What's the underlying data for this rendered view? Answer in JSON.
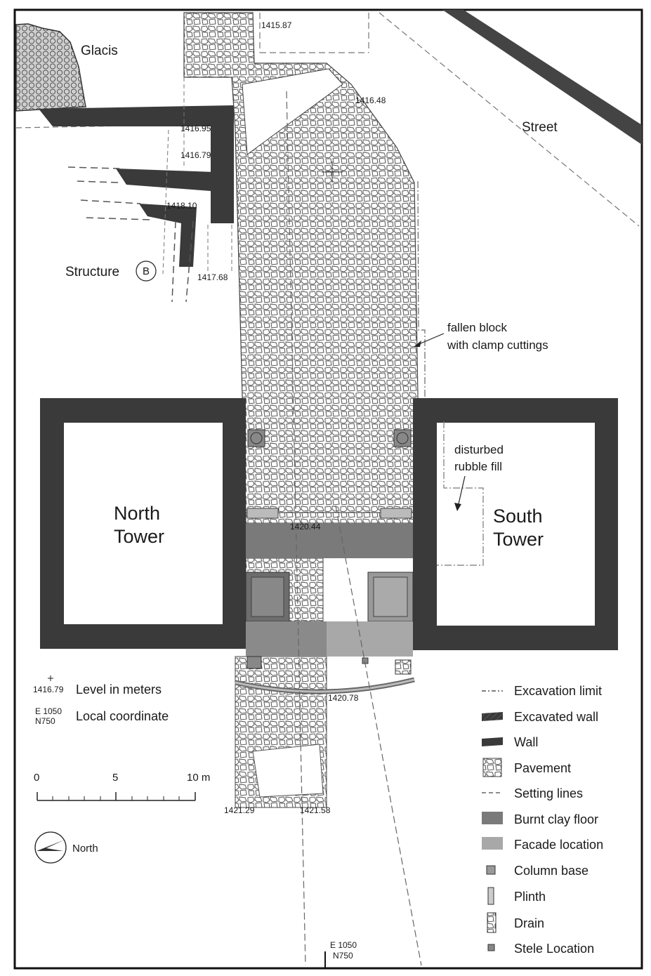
{
  "map": {
    "places": {
      "glacis": "Glacis",
      "street": "Street",
      "structure": "Structure",
      "structure_marker": "B",
      "north_tower_line1": "North",
      "north_tower_line2": "Tower",
      "south_tower_line1": "South",
      "south_tower_line2": "Tower"
    },
    "annotations": {
      "fallen_block_line1": "fallen block",
      "fallen_block_line2": "with clamp cuttings",
      "disturbed_line1": "disturbed",
      "disturbed_line2": "rubble fill"
    },
    "levels": {
      "l1415_87": "1415.87",
      "l1416_48": "1416.48",
      "l1416_95": "1416.95",
      "l1416_79": "1416.79",
      "l1418_10": "1418.10",
      "l1417_68": "1417.68",
      "l1420_44": "1420.44",
      "l1420_78": "1420.78",
      "l1421_29": "1421.29",
      "l1421_58": "1421.58"
    },
    "key": {
      "level_example": "1416.79",
      "level_label": "Level in meters",
      "coord_e": "E 1050",
      "coord_n": "N750",
      "coord_label": "Local coordinate"
    },
    "scale_bar": {
      "tick0": "0",
      "tick5": "5",
      "tick10": "10 m"
    },
    "north_label": "North",
    "bottom_coord_e": "E 1050",
    "bottom_coord_n": "N750"
  },
  "legend": [
    {
      "label": "Excavation limit",
      "swatch": "dashdot"
    },
    {
      "label": "Excavated wall",
      "swatch": "hatched-dark"
    },
    {
      "label": "Wall",
      "swatch": "dark"
    },
    {
      "label": "Pavement",
      "swatch": "pavement"
    },
    {
      "label": "Setting lines",
      "swatch": "dashed"
    },
    {
      "label": "Burnt clay floor",
      "swatch": "mid-gray"
    },
    {
      "label": "Facade location",
      "swatch": "light-gray"
    },
    {
      "label": "Column base",
      "swatch": "column"
    },
    {
      "label": "Plinth",
      "swatch": "plinth"
    },
    {
      "label": "Drain",
      "swatch": "drain"
    },
    {
      "label": "Stele Location",
      "swatch": "stele"
    }
  ],
  "colors": {
    "wall": "#3a3a3a",
    "burnt_clay": "#7a7a7a",
    "facade": "#a8a8a8",
    "pavement_stroke": "#555555"
  }
}
